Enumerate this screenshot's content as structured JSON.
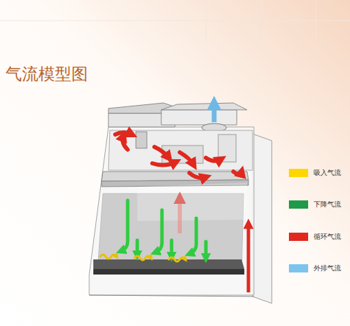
{
  "diagram": {
    "title": "气流模型图",
    "legend": [
      {
        "text": "吸入气流",
        "color": "#ffd700"
      },
      {
        "text": "下降气流",
        "color": "#1f9a4a"
      },
      {
        "text": "循环气流",
        "color": "#e0281e"
      },
      {
        "text": "外排气流",
        "color": "#7cc4ee"
      }
    ]
  }
}
